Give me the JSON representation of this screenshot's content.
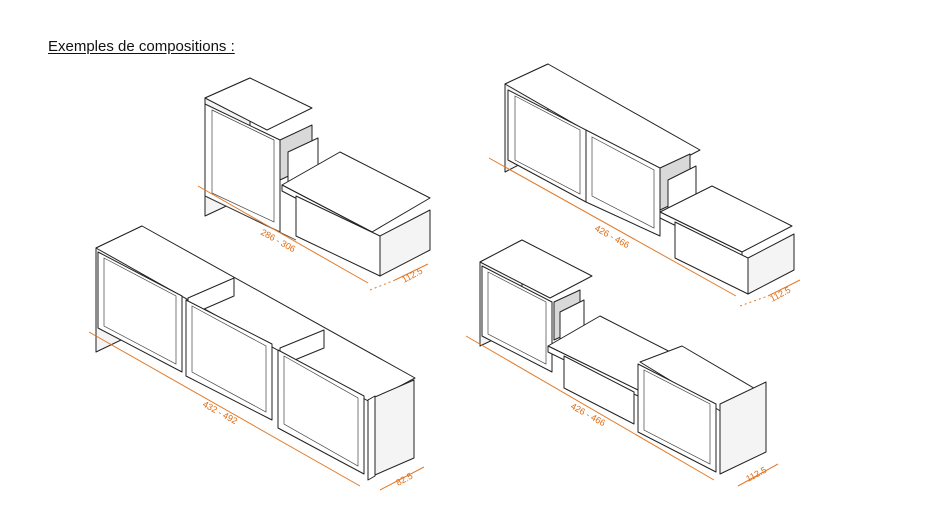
{
  "heading": "Exemples de compositions :",
  "compositions": [
    {
      "length": "286 - 306",
      "depth": "112.5"
    },
    {
      "length": "426 - 466",
      "depth": "112.5"
    },
    {
      "length": "432 - 492",
      "depth": "82.5"
    },
    {
      "length": "426 - 466",
      "depth": "112.5"
    }
  ],
  "colors": {
    "dimension": "#e07a2a",
    "outline": "#222222"
  }
}
